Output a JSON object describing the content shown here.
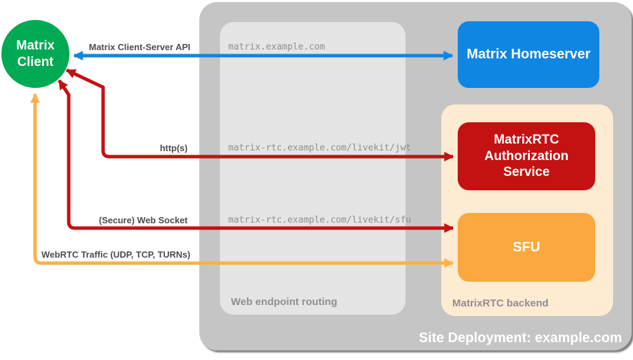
{
  "colors": {
    "green": "#00a953",
    "blue": "#0e86e2",
    "red": "#c41111",
    "orange": "#fba840",
    "orange_arrow": "#fcb14b",
    "container_gray": "#c5c5c5",
    "routing_gray": "#e5e5e5",
    "backend_peach": "#fdebd2",
    "label_gray": "#8f8f8f",
    "arrow_label_gray": "#4d4d4d"
  },
  "nodes": {
    "client": "Matrix\nClient",
    "homeserver": "Matrix Homeserver",
    "auth_service": "MatrixRTC Authorization Service",
    "sfu": "SFU"
  },
  "containers": {
    "web_endpoint_routing": "Web endpoint routing",
    "matrixrtc_backend": "MatrixRTC backend",
    "site_deployment": "Site Deployment: example.com"
  },
  "connections": [
    {
      "label": "Matrix Client-Server API",
      "endpoint": "matrix.example.com",
      "color": "#0e86e2",
      "style": "double-headed"
    },
    {
      "label": "http(s)",
      "endpoint": "matrix-rtc.example.com/livekit/jwt",
      "color": "#c41111",
      "style": "double-headed"
    },
    {
      "label": "(Secure) Web Socket",
      "endpoint": "matrix-rtc.example.com/livekit/sfu",
      "color": "#c41111",
      "style": "double-headed"
    },
    {
      "label": "WebRTC Traffic (UDP, TCP, TURNs)",
      "color": "#fcb14b",
      "style": "double-headed"
    }
  ]
}
